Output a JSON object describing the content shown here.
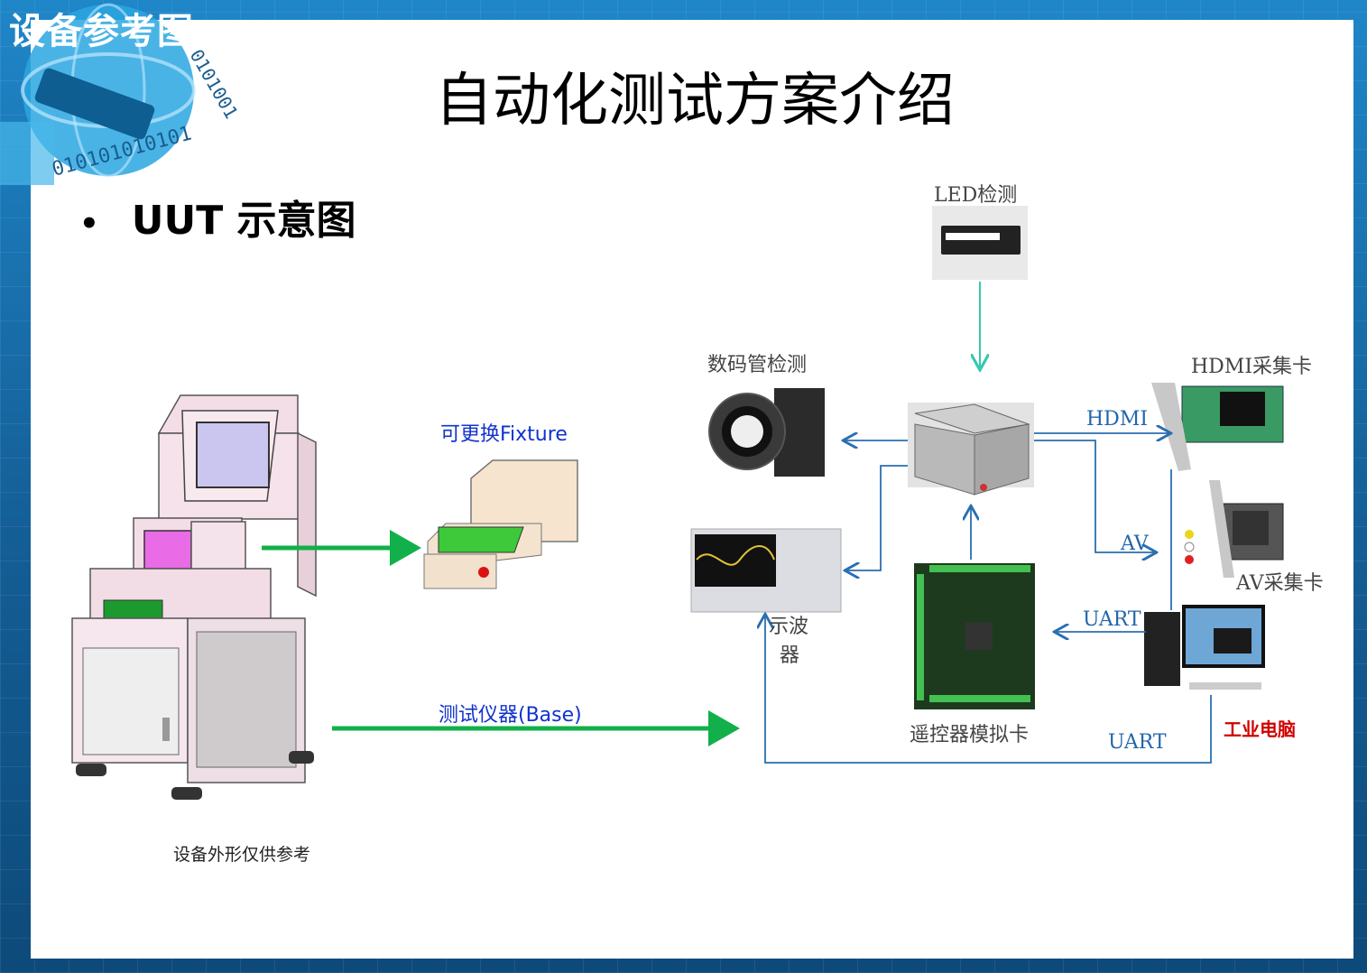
{
  "corner_title": "设备参考图",
  "title": "自动化测试方案介绍",
  "bullet": "UUT 示意图",
  "labels": {
    "fixture": "可更换Fixture",
    "base": "测试仪器(Base)",
    "caption": "设备外形仅供参考",
    "led": "LED检测",
    "segment": "数码管检测",
    "hdmi_card": "HDMI采集卡",
    "av_card": "AV采集卡",
    "scope_1": "示波",
    "scope_2": "器",
    "remote": "遥控器模拟卡",
    "pc": "工业电脑"
  },
  "links": {
    "hdmi": "HDMI",
    "av": "AV",
    "uart_1": "UART",
    "uart_2": "UART"
  },
  "colors": {
    "link_blue": "#2a6fb0",
    "arrow_green": "#12b04a",
    "led_arrow": "#35c9b0",
    "frame": "#1a75b8"
  }
}
